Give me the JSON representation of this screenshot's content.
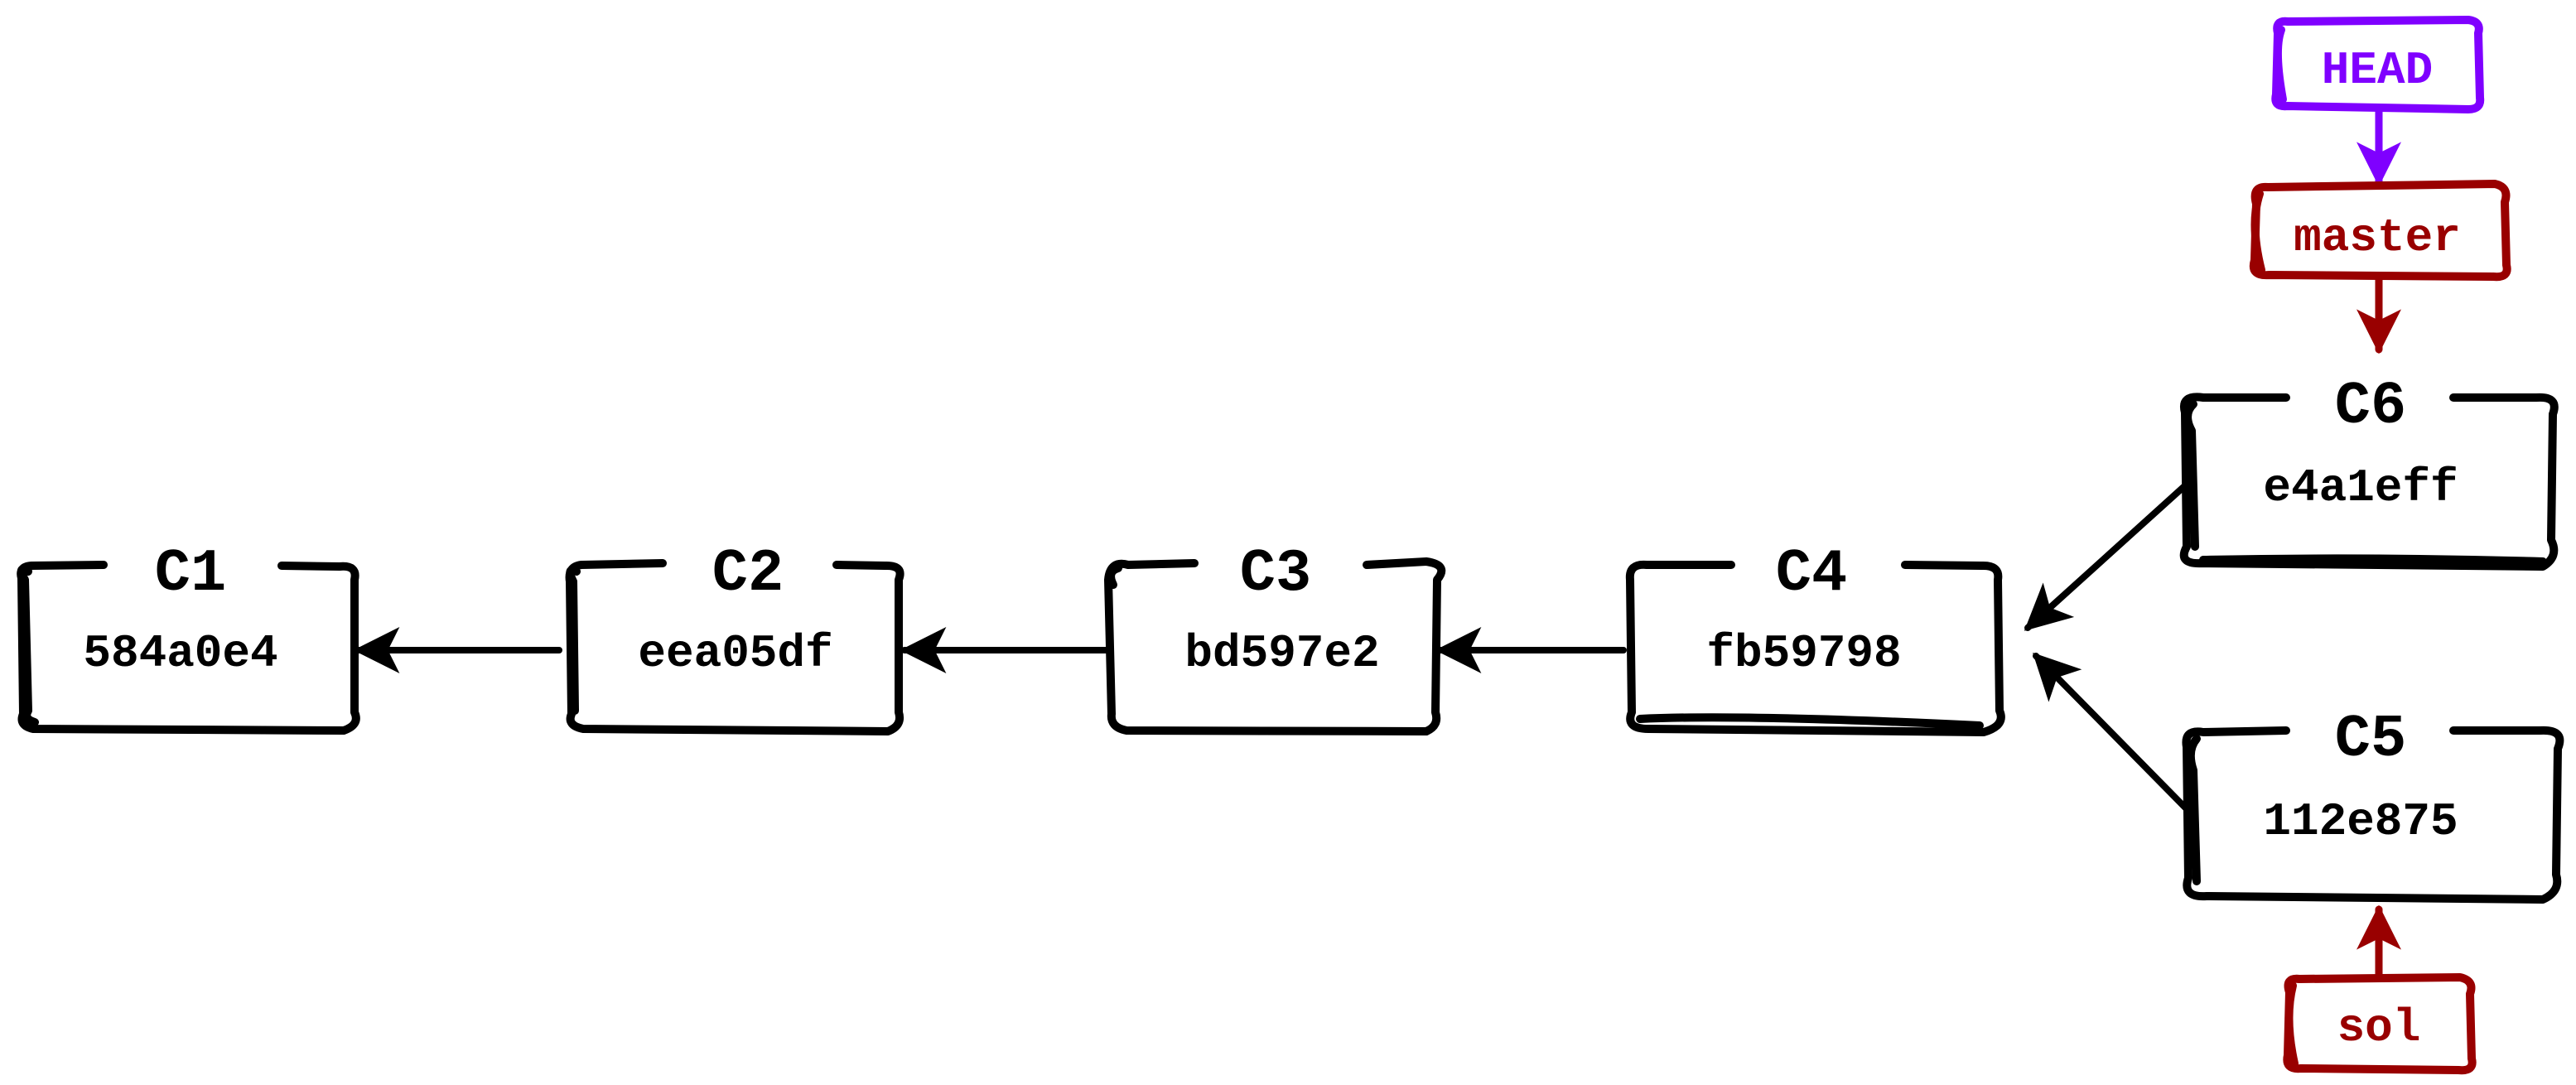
{
  "colors": {
    "commit": "#000000",
    "head": "#7f00ff",
    "branch": "#990000",
    "background": "#ffffff"
  },
  "commits": [
    {
      "id": "C1",
      "hash": "584a0e4"
    },
    {
      "id": "C2",
      "hash": "eea05df"
    },
    {
      "id": "C3",
      "hash": "bd597e2"
    },
    {
      "id": "C4",
      "hash": "fb59798"
    },
    {
      "id": "C5",
      "hash": "112e875"
    },
    {
      "id": "C6",
      "hash": "e4a1eff"
    }
  ],
  "refs": {
    "head": "HEAD",
    "master": "master",
    "sol": "sol"
  },
  "edges": [
    {
      "from": "C2",
      "to": "C1"
    },
    {
      "from": "C3",
      "to": "C2"
    },
    {
      "from": "C4",
      "to": "C3"
    },
    {
      "from": "C6",
      "to": "C4"
    },
    {
      "from": "C5",
      "to": "C4"
    }
  ],
  "ref_edges": [
    {
      "from": "HEAD",
      "to": "master"
    },
    {
      "from": "master",
      "to": "C6"
    },
    {
      "from": "sol",
      "to": "C5"
    }
  ]
}
